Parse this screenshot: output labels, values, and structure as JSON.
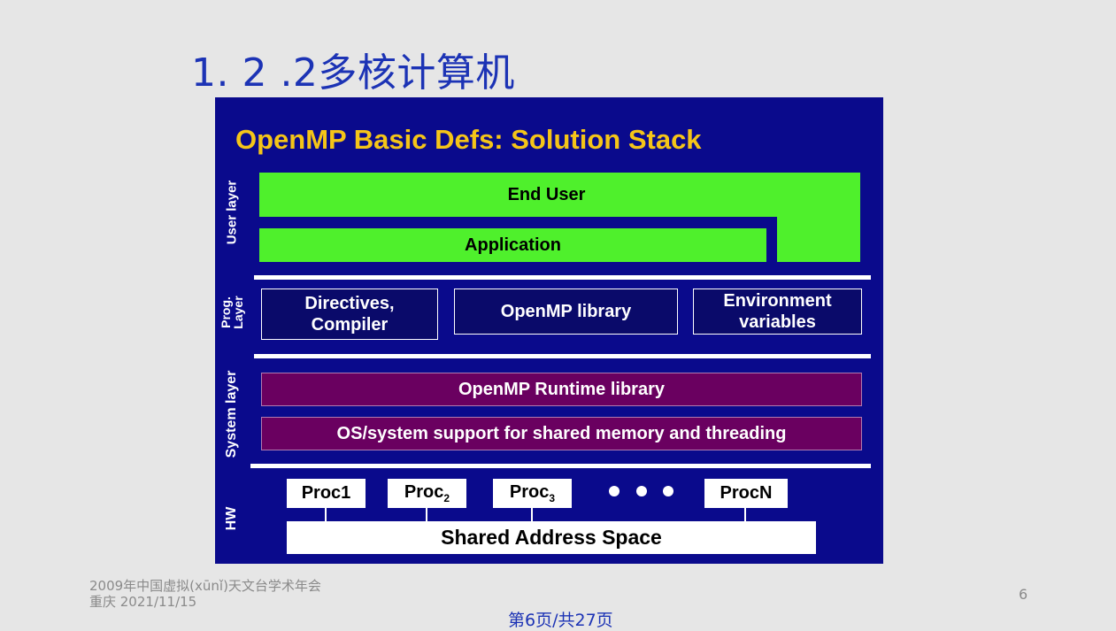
{
  "slide": {
    "title": "1. 2 .2多核计算机",
    "footer_text": "2009年中国虚拟(xūnǐ)天文台学术年会 重庆 2021/11/15",
    "page_number": "6",
    "page_count": "第6页/共27页"
  },
  "diagram": {
    "title": "OpenMP Basic Defs: Solution Stack",
    "layers": {
      "user": "User layer",
      "prog": "Prog. Layer",
      "system": "System layer",
      "hw": "HW"
    },
    "boxes": {
      "end_user": "End User",
      "application": "Application",
      "directives": "Directives, Compiler",
      "openmp_library": "OpenMP library",
      "environment": "Environment variables",
      "runtime": "OpenMP Runtime library",
      "os_support": "OS/system support for shared memory and threading",
      "proc1": "Proc1",
      "proc2_base": "Proc",
      "proc2_sub": "2",
      "proc3_base": "Proc",
      "proc3_sub": "3",
      "procN": "ProcN",
      "shared": "Shared Address Space"
    },
    "colors": {
      "background": "#0a0a8c",
      "title": "#f5c518",
      "user_layer": "#4ff02c",
      "system_layer": "#6a0060",
      "slide_title": "#1c33b5"
    }
  }
}
